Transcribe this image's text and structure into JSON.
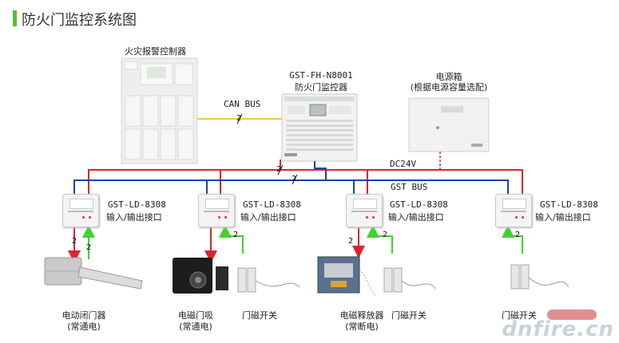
{
  "header": {
    "title": "防火门监控系统图",
    "accent_color": "#5dbb2e"
  },
  "devices": {
    "fire_alarm_controller": {
      "label": "火灾报警控制器"
    },
    "monitor": {
      "model": "GST-FH-N8001",
      "name": "防火门监控器"
    },
    "power_box": {
      "name": "电源箱",
      "note": "(根据电源容量选配)"
    }
  },
  "bus_labels": {
    "can_bus": "CAN BUS",
    "dc24v": "DC24V",
    "gst_bus": "GST BUS"
  },
  "wire_counts": {
    "can": "2",
    "power": "2",
    "bus": "2",
    "m1_down": "2",
    "m1_up": "2",
    "m2_up": "2",
    "m3_down": "2",
    "m3_up": "2",
    "m4_up": "2"
  },
  "modules": [
    {
      "model": "GST-LD-8308",
      "name": "输入/输出接口"
    },
    {
      "model": "GST-LD-8308",
      "name": "输入/输出接口"
    },
    {
      "model": "GST-LD-8308",
      "name": "输入/输出接口"
    },
    {
      "model": "GST-LD-8308",
      "name": "输入/输出接口"
    }
  ],
  "field_devices": {
    "door_closer": {
      "name": "电动闭门器",
      "note": "(常通电)"
    },
    "holder": {
      "name": "电磁门吸",
      "note": "(常通电)"
    },
    "switch1": {
      "name": "门磁开关"
    },
    "release": {
      "name": "电磁释放器",
      "note": "(常断电)"
    },
    "switch2": {
      "name": "门磁开关"
    },
    "switch3": {
      "name": "门磁开关"
    }
  },
  "watermark": "dnfire.cn",
  "colors": {
    "power_line": "#d9262b",
    "bus_line": "#1f3fb0",
    "can_line": "#f2c744",
    "feedback_arrow": "#3fd12f",
    "control_arrow": "#d9262b"
  }
}
